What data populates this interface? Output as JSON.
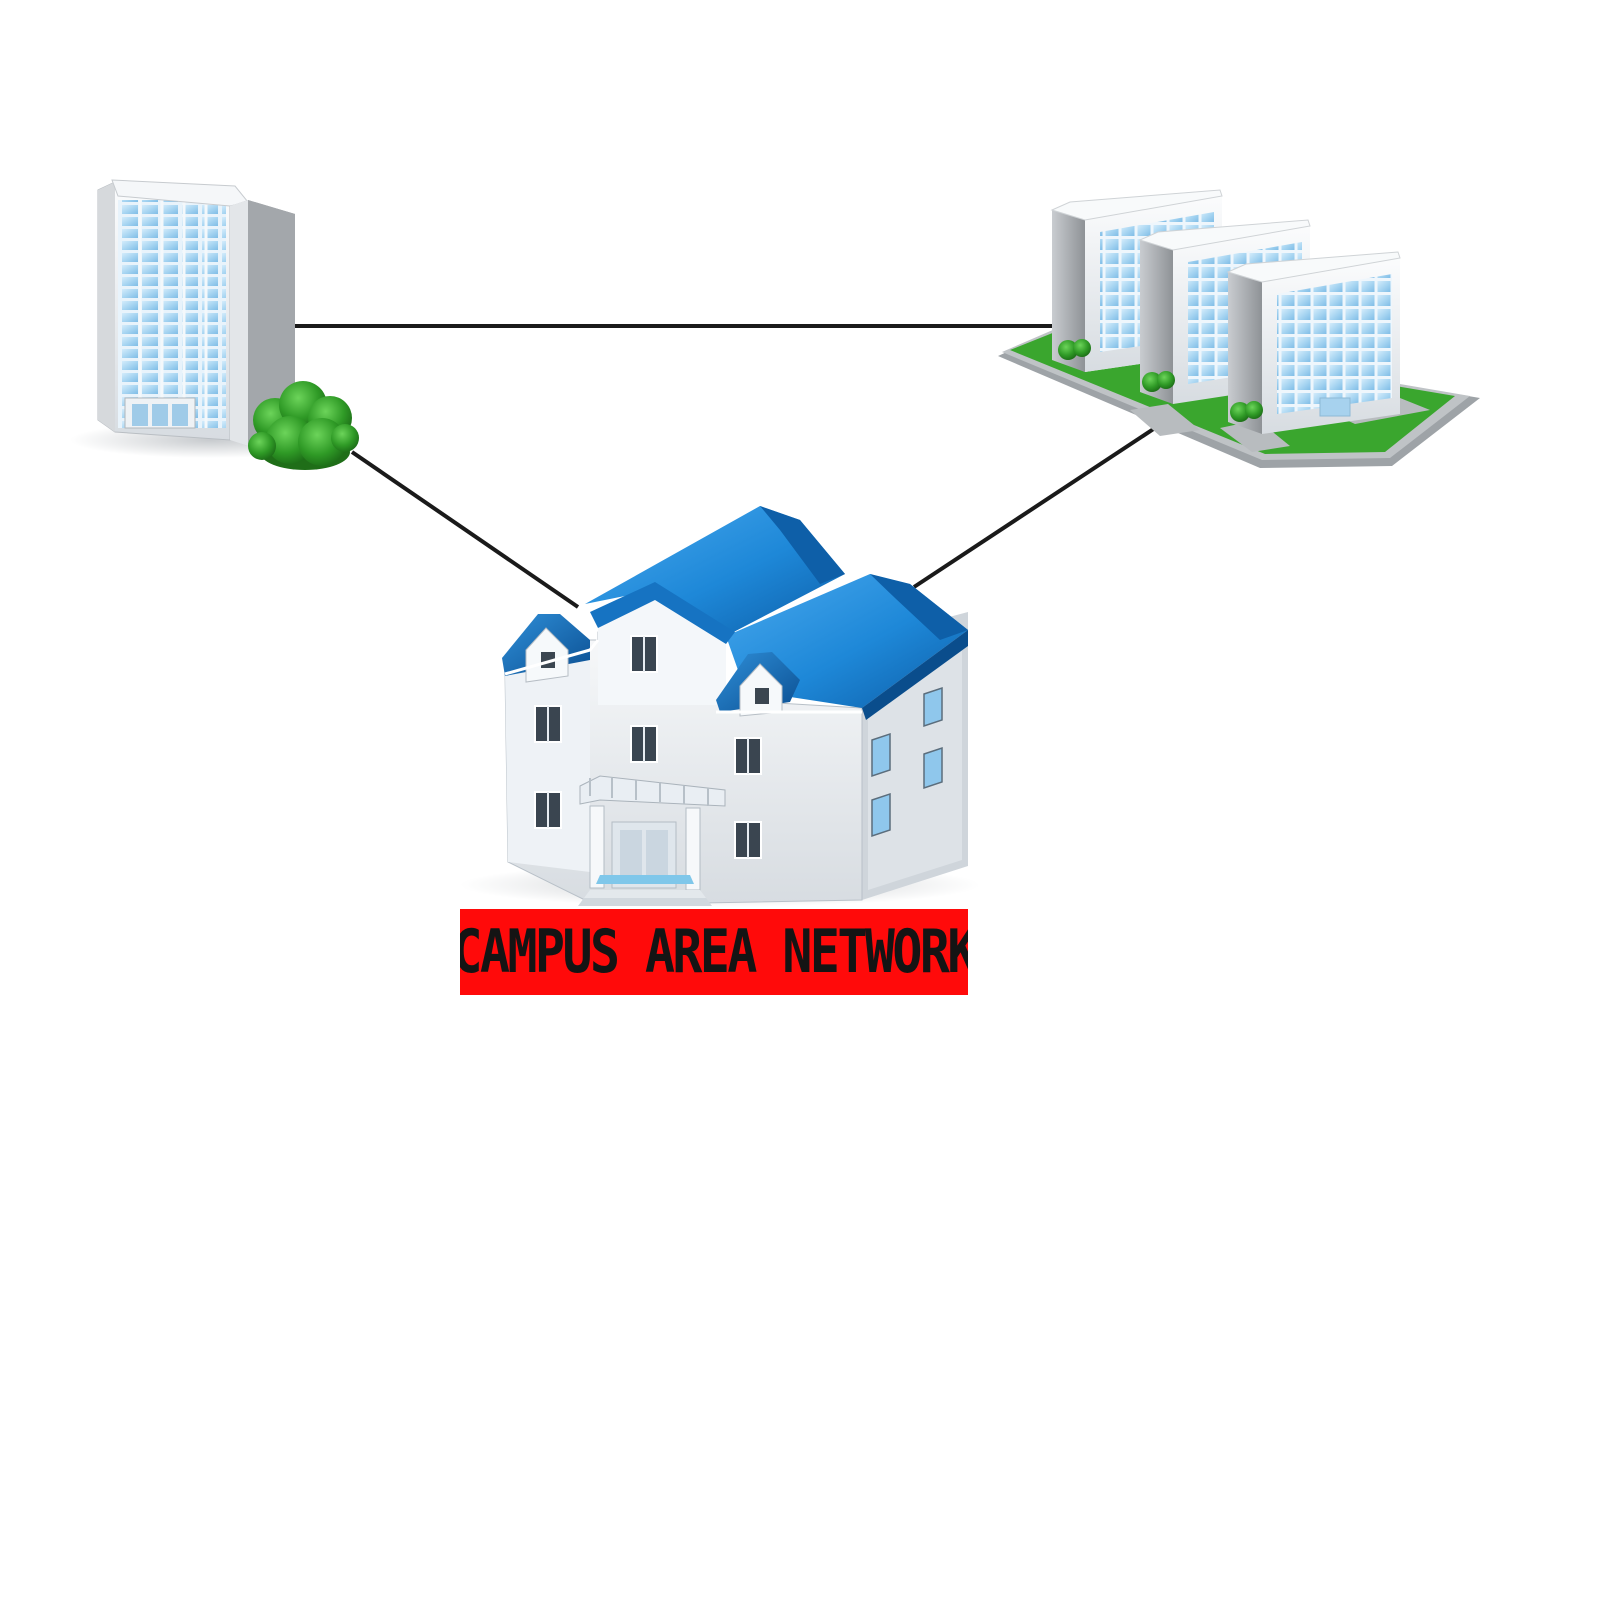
{
  "diagram": {
    "caption": "CAMPUS AREA NETWORK",
    "colors": {
      "background": "#ffffff",
      "caption_background": "#ff0a0a",
      "caption_text": "#141414",
      "link_line": "#1a1a1a",
      "roof_blue": "#1e88d8",
      "glass_blue": "#a9d6f2",
      "lawn_green": "#3aa62e"
    },
    "nodes": [
      {
        "id": "tower-building",
        "icon": "office-tower-icon"
      },
      {
        "id": "building-complex",
        "icon": "building-complex-icon"
      },
      {
        "id": "main-campus-building",
        "icon": "campus-house-icon"
      }
    ],
    "links": [
      {
        "from": "tower-building",
        "to": "building-complex"
      },
      {
        "from": "tower-building",
        "to": "main-campus-building"
      },
      {
        "from": "building-complex",
        "to": "main-campus-building"
      }
    ]
  }
}
